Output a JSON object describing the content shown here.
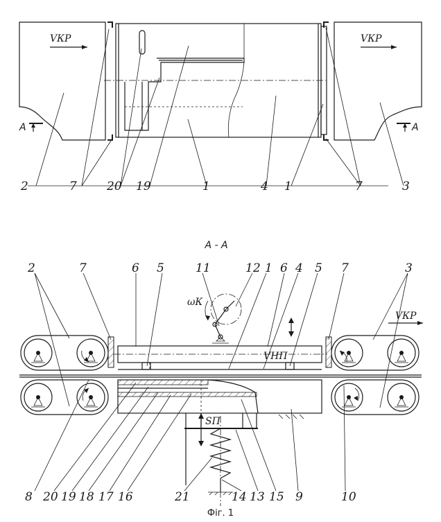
{
  "figure": {
    "caption": "Фіг. 1",
    "section_label": "A - A",
    "section_marks": [
      "A",
      "A"
    ],
    "velocity_conveyor": "VКР",
    "velocity_press": "VНП",
    "angular_velocity": "ωК",
    "press_stroke": "SП"
  },
  "top_view_labels": [
    "2",
    "7",
    "20",
    "19",
    "1",
    "4",
    "1",
    "7",
    "3"
  ],
  "section_top_labels": [
    "2",
    "7",
    "6",
    "5",
    "11",
    "12",
    "1",
    "6",
    "4",
    "5",
    "7",
    "3"
  ],
  "section_bottom_labels": [
    "8",
    "20",
    "19",
    "18",
    "17",
    "16",
    "21",
    "14",
    "13",
    "15",
    "9",
    "10"
  ]
}
